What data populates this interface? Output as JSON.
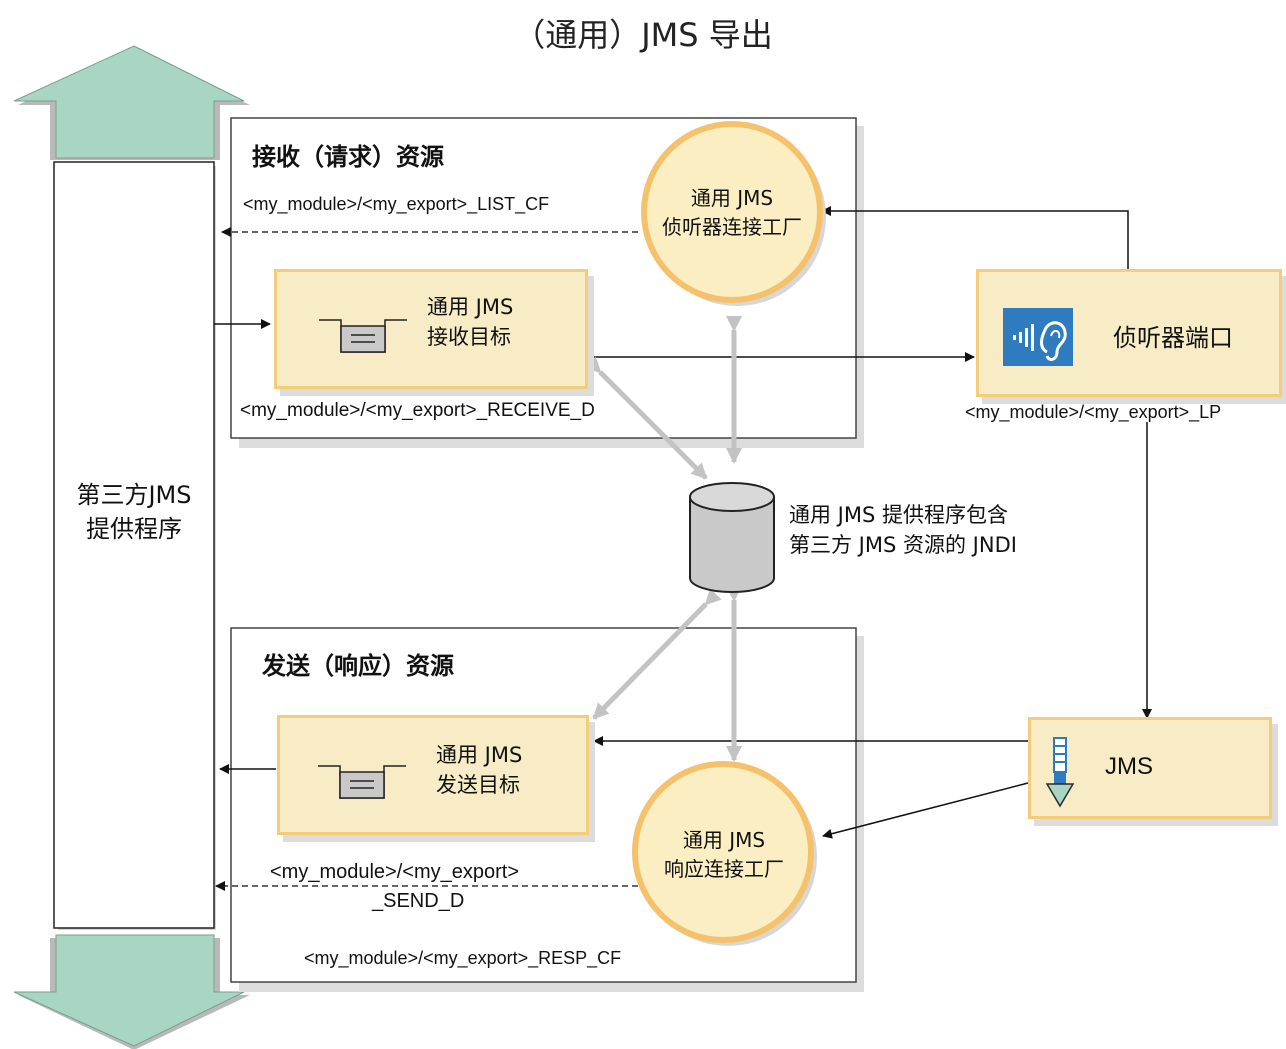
{
  "title": "（通用）JMS 导出",
  "provider": {
    "line1": "第三方JMS",
    "line2": "提供程序"
  },
  "receive_panel": {
    "title": "接收（请求）资源",
    "listener_cf": {
      "line1": "通用 JMS",
      "line2": "侦听器连接工厂"
    },
    "list_cf_label": "<my_module>/<my_export>_LIST_CF",
    "receive_dest": {
      "line1": "通用 JMS",
      "line2": "接收目标"
    },
    "receive_d_label": "<my_module>/<my_export>_RECEIVE_D"
  },
  "send_panel": {
    "title": "发送（响应）资源",
    "send_dest": {
      "line1": "通用 JMS",
      "line2": "发送目标"
    },
    "send_d_label_line1": "<my_module>/<my_export>",
    "send_d_label_line2": "_SEND_D",
    "resp_cf": {
      "line1": "通用 JMS",
      "line2": "响应连接工厂"
    },
    "resp_cf_label": "<my_module>/<my_export>_RESP_CF"
  },
  "listener_port": {
    "label": "侦听器端口",
    "jndi_label": "<my_module>/<my_export>_LP"
  },
  "jndi": {
    "line1": "通用 JMS 提供程序包含",
    "line2": "第三方 JMS 资源的 JNDI"
  },
  "jms_box": {
    "label": "JMS"
  },
  "colors": {
    "arrow_teal": "#a9d5c3",
    "box_fill": "#f7ecc6",
    "box_border": "#f3cd7a",
    "circle_fill": "#fbeec3",
    "circle_border": "#f5c26b",
    "icon_blue": "#2e7bbf",
    "gray_arrow": "#c3c3c3"
  }
}
